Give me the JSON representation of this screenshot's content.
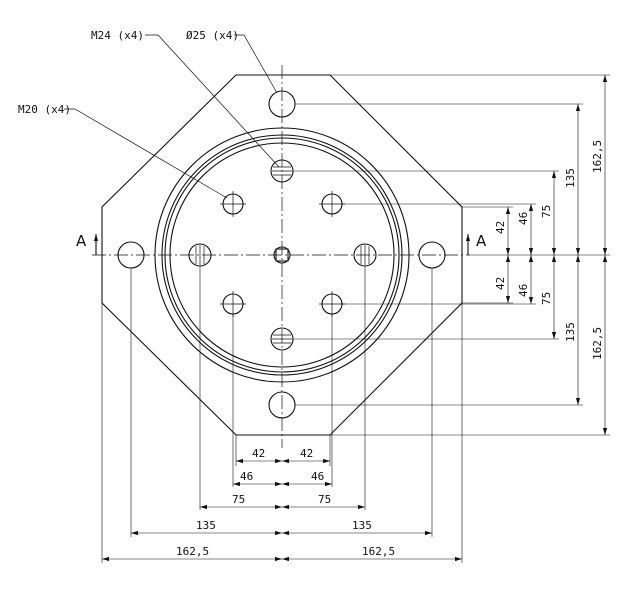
{
  "callouts": {
    "m24": "M24 (x4)",
    "dia25": "Ø25 (x4)",
    "m20": "M20 (x4)"
  },
  "section": {
    "left": "A",
    "right": "A"
  },
  "dims": {
    "bottom": {
      "d42_left": "42",
      "d42_right": "42",
      "d46_left": "46",
      "d46_right": "46",
      "d75_left": "75",
      "d75_right": "75",
      "d135_left": "135",
      "d135_right": "135",
      "d162_left": "162,5",
      "d162_right": "162,5"
    },
    "right": {
      "d42_up": "42",
      "d42_down": "42",
      "d46_up": "46",
      "d46_down": "46",
      "d75_up": "75",
      "d75_down": "75",
      "d135_up": "135",
      "d135_down": "135",
      "d162_up": "162,5",
      "d162_down": "162,5"
    }
  }
}
